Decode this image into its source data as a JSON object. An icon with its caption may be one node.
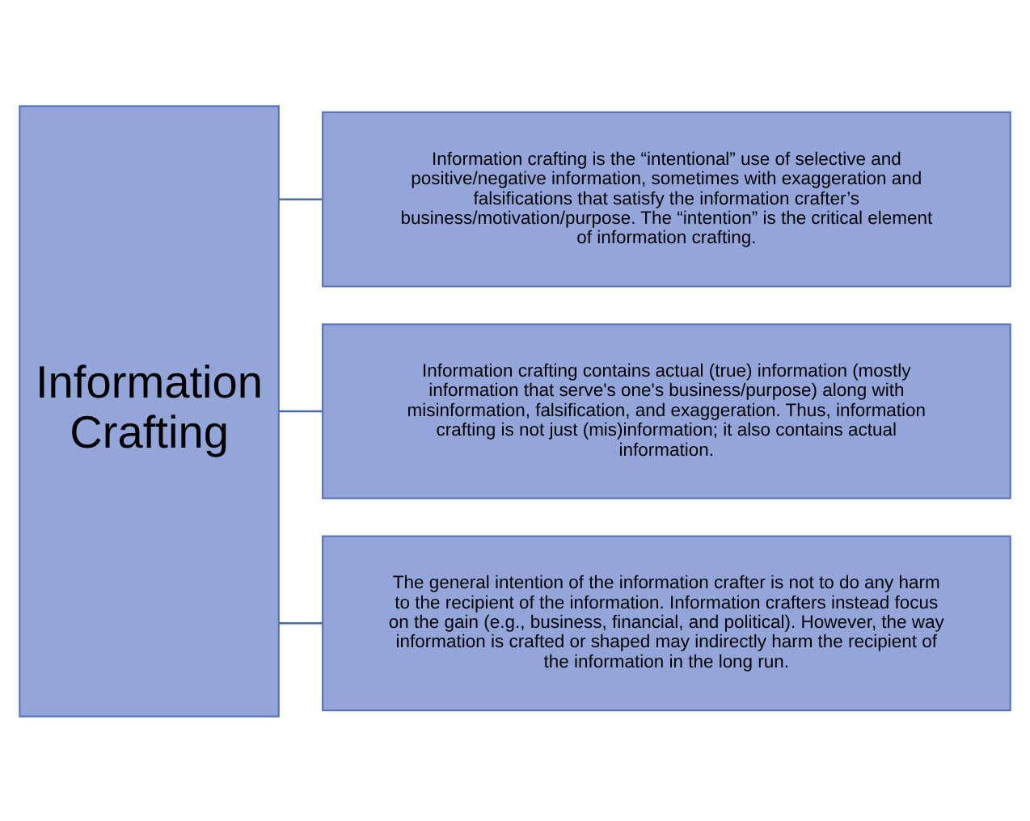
{
  "diagram": {
    "nodes": [
      {
        "text": [
          "Information Crafting"
        ]
      },
      {
        "text": [
          "Information crafting is the “intentional” use of selective and positive/negative information, sometimes with exaggeration and falsifications that satisfy the information crafter’s business/motivation/purpose. The “intention” is the critical element of information crafting."
        ]
      },
      {
        "text": [
          "Information crafting contains actual (true) information (mostly information that serve's one's business/purpose) along with misinformation, falsification, and exaggeration. Thus, information crafting is not just (mis)information; it also contains actual information."
        ]
      },
      {
        "text": [
          "The general intention of the information crafter is not to do any harm to the recipient of the information. Information crafters instead focus on the gain (e.g., business, financial, and political). However, the way information is crafted or shaped may indirectly harm the recipient of the information in the long run."
        ]
      }
    ],
    "edges": [
      {
        "from": 0,
        "to": 1,
        "arrow": "none"
      },
      {
        "from": 0,
        "to": 2,
        "arrow": "none"
      },
      {
        "from": 0,
        "to": 3,
        "arrow": "none"
      }
    ]
  }
}
